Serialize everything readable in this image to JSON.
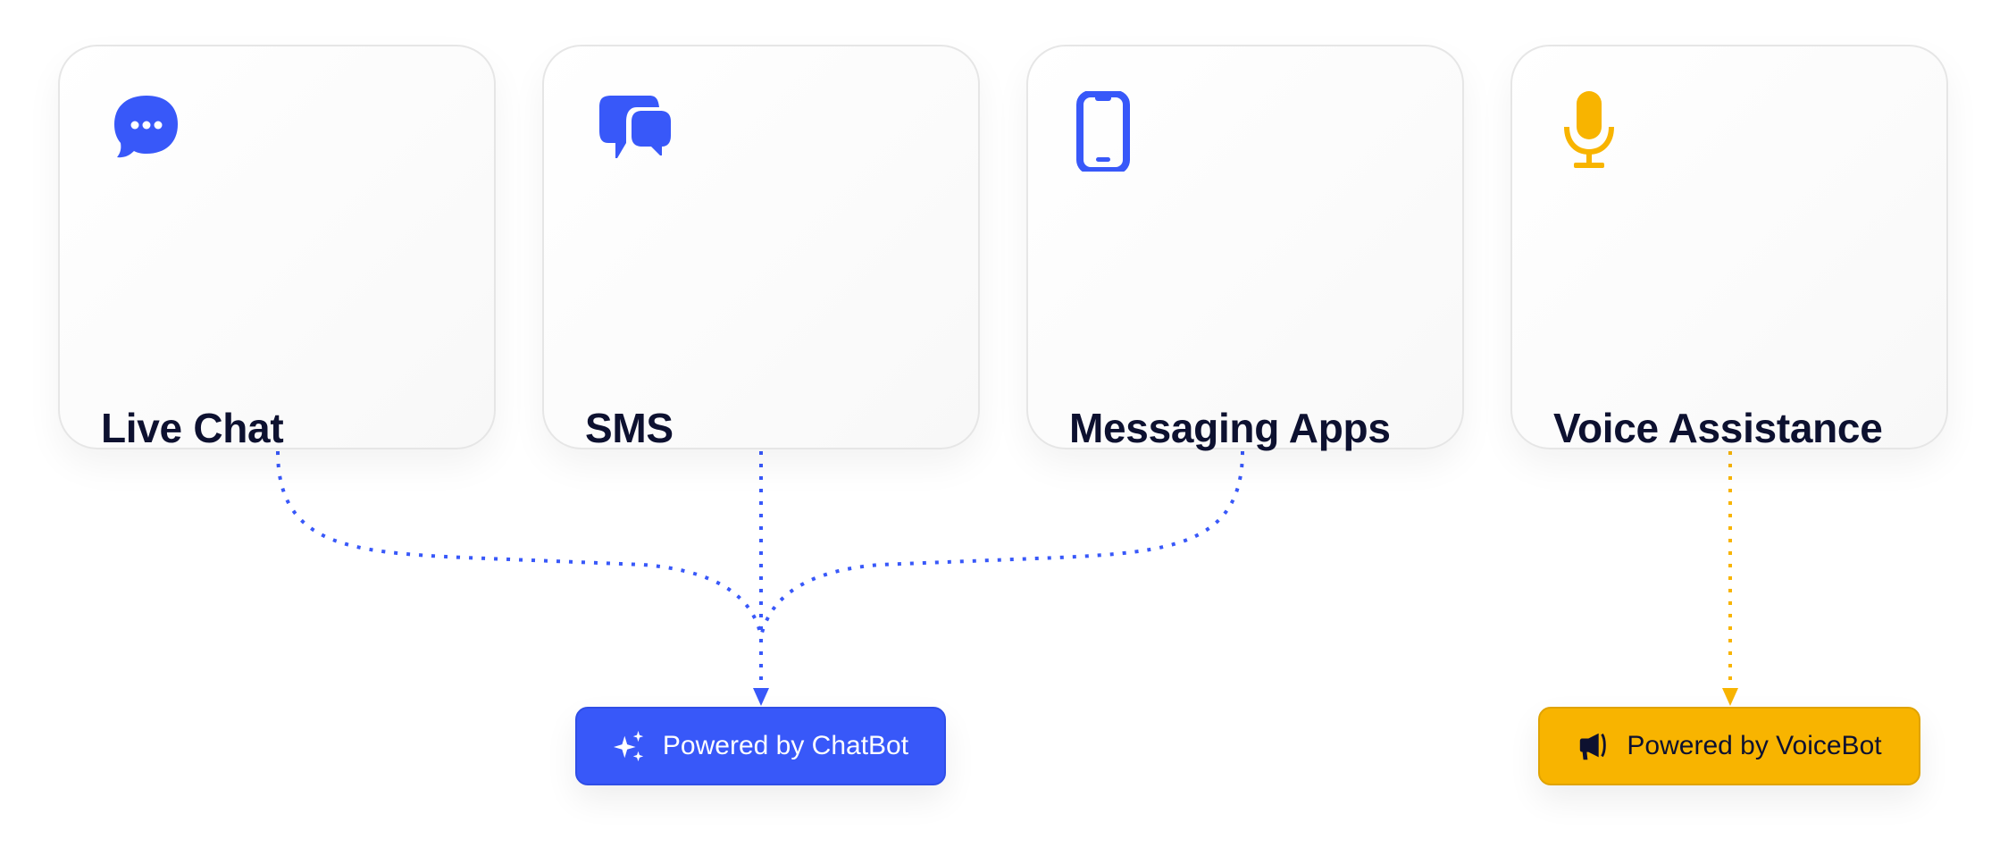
{
  "channels": [
    {
      "label": "Live Chat",
      "icon": "chat-bubble-icon",
      "color": "#3858f9"
    },
    {
      "label": "SMS",
      "icon": "chat-bubbles-icon",
      "color": "#3858f9"
    },
    {
      "label": "Messaging Apps",
      "icon": "smartphone-icon",
      "color": "#3858f9"
    },
    {
      "label": "Voice Assistance",
      "icon": "microphone-icon",
      "color": "#f8b400"
    }
  ],
  "targets": {
    "chatbot": {
      "label": "Powered by ChatBot",
      "icon": "sparkles-icon",
      "color": "#3858f9"
    },
    "voicebot": {
      "label": "Powered by VoiceBot",
      "icon": "megaphone-icon",
      "color": "#f8b400"
    }
  }
}
